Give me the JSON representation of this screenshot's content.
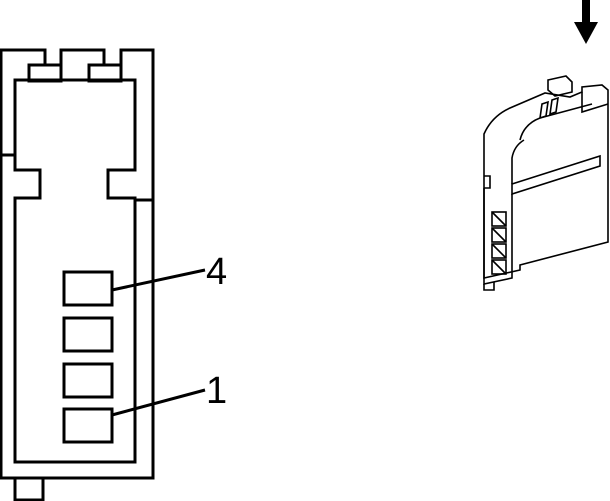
{
  "callouts": [
    {
      "id": "pin-4",
      "label": "4"
    },
    {
      "id": "pin-1",
      "label": "1"
    }
  ],
  "colors": {
    "line": "#000000",
    "background": "#ffffff"
  }
}
